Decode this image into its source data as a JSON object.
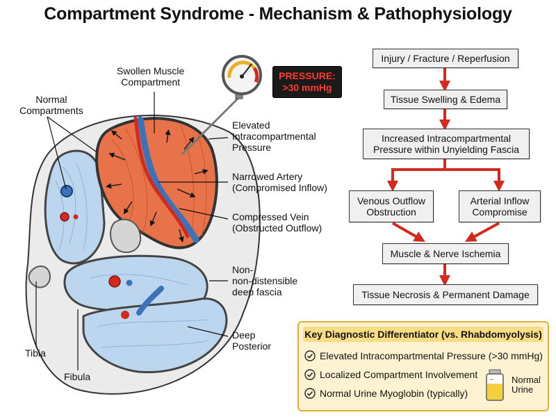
{
  "title": "Compartment Syndrome - Mechanism & Pathophysiology",
  "gauge": {
    "line1": "PRESSURE:",
    "line2": ">30 mmHg"
  },
  "labels": {
    "swollen_1": "Swollen Muscle",
    "swollen_2": "Compartment",
    "normal_1": "Normal",
    "normal_2": "Compartments",
    "elevated_1": "Elevated",
    "elevated_2": "Intracompartmental",
    "elevated_3": "Pressure",
    "artery_1": "Narrowed Artery",
    "artery_2": "(Compromised Inflow)",
    "vein_1": "Compressed Vein",
    "vein_2": "(Obstructed Outflow)",
    "fascia_1": "Non-",
    "fascia_2": "non-distensible",
    "fascia_3": "deep fascia",
    "deep_1": "Deep",
    "deep_2": "Posterior",
    "tibia": "Tibia",
    "fibula": "Fibula"
  },
  "flow": {
    "step1": "Injury / Fracture / Reperfusion",
    "step2": "Tissue Swelling & Edema",
    "step3_1": "Increased Intracompartmental",
    "step3_2": "Pressure within Unyielding Fascia",
    "venous_1": "Venous Outflow",
    "venous_2": "Obstruction",
    "arterial_1": "Arterial Inflow",
    "arterial_2": "Compromise",
    "step5": "Muscle & Nerve Ischemia",
    "step6": "Tissue Necrosis & Permanent Damage"
  },
  "key": {
    "title": "Key Diagnostic Differentiator (vs. Rhabdomyolysis)",
    "item1": "Elevated Intracompartmental Pressure (>30 mmHg)",
    "item2": "Localized Compartment Involvement",
    "item3": "Normal Urine Myoglobin (typically)",
    "urine_1": "Normal",
    "urine_2": "Urine"
  },
  "colors": {
    "arrow_red": "#d42a1e",
    "muscle_blue": "#bcd6ef",
    "swollen_orange": "#e8734a",
    "key_border": "#e0b030"
  }
}
